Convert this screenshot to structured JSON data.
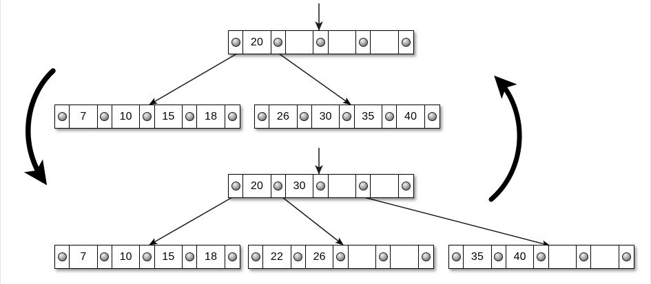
{
  "diagram": {
    "title": "B-tree node split illustration",
    "background_color": "#ffffff",
    "line_color": "#000000",
    "pointer_icon": "pointer-dot-icon",
    "arrow_down_icon": "arrow-down-icon",
    "curved_arrow_icon": "curved-arrow-icon"
  },
  "before": {
    "label": "before-split-tree",
    "root": {
      "name": "root-node-before",
      "keys": [
        "20",
        "",
        "",
        ""
      ],
      "pointer_count": 5,
      "incoming_pointer": true
    },
    "leaves": [
      {
        "name": "leaf-node-before-left",
        "keys": [
          "7",
          "10",
          "15",
          "18"
        ],
        "pointer_count": 5
      },
      {
        "name": "leaf-node-before-right",
        "keys": [
          "26",
          "30",
          "35",
          "40"
        ],
        "pointer_count": 5
      }
    ]
  },
  "after": {
    "label": "after-split-tree",
    "root": {
      "name": "root-node-after",
      "keys": [
        "20",
        "30",
        "",
        ""
      ],
      "pointer_count": 5,
      "incoming_pointer": true
    },
    "leaves": [
      {
        "name": "leaf-node-after-left",
        "keys": [
          "7",
          "10",
          "15",
          "18"
        ],
        "pointer_count": 5
      },
      {
        "name": "leaf-node-after-middle",
        "keys": [
          "22",
          "26",
          "",
          ""
        ],
        "pointer_count": 5
      },
      {
        "name": "leaf-node-after-right",
        "keys": [
          "35",
          "40",
          "",
          ""
        ],
        "pointer_count": 5
      }
    ]
  },
  "annotations": {
    "left_curved_arrow": "downward curved arrow on left side",
    "right_curved_arrow": "upward curved arrow on right side"
  }
}
